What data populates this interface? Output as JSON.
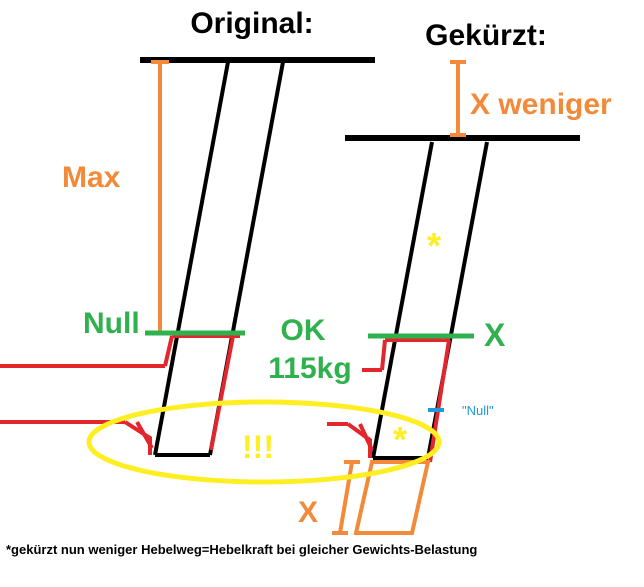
{
  "titles": {
    "original": "Original:",
    "shortened": "Gekürzt:"
  },
  "labels": {
    "max": "Max",
    "x_less": "X weniger",
    "null_left": "Null",
    "ok": "OK",
    "weight": "115kg",
    "x_green": "X",
    "null_quoted": "\"Null\"",
    "exclamation": "!!!",
    "x_bottom": "X",
    "asterisk_top": "*",
    "asterisk_bottom": "*"
  },
  "footnote": "*gekürzt nun weniger Hebelweg=Hebelkraft bei gleicher Gewichts-Belastung",
  "colors": {
    "orange": "#f28a3a",
    "green": "#2fb14e",
    "red": "#e3262b",
    "yellow": "#ffee22",
    "blue": "#1e9bd7",
    "black": "#000000"
  }
}
